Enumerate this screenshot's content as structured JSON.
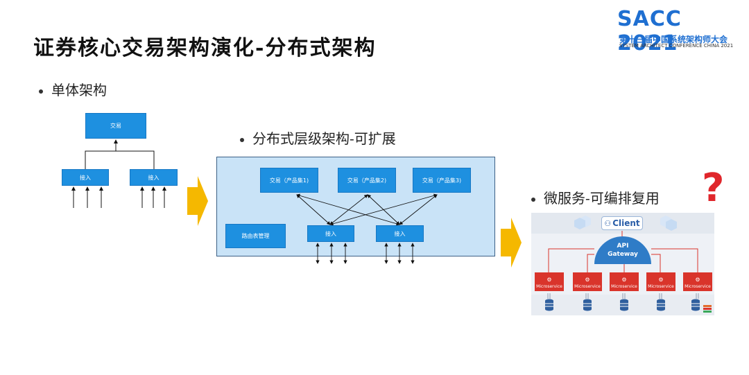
{
  "title": "证券核心交易架构演化-分布式架构",
  "logo": {
    "main": "SACC 2021",
    "cn": "第十三届中国系统架构师大会",
    "en": "SYSTEM ARCHITECT CONFERENCE CHINA 2021"
  },
  "bullets": {
    "monolith": "单体架构",
    "distributed": "分布式层级架构-可扩展",
    "microservice": "微服务-可编排复用"
  },
  "monolith_diagram": {
    "trade": "交易",
    "access_left": "接入",
    "access_right": "接入"
  },
  "distributed_diagram": {
    "trade_1": "交易（产品集1)",
    "trade_2": "交易（产品集2)",
    "trade_3": "交易（产品集3)",
    "router": "路由表管理",
    "access_left": "接入",
    "access_right": "接入"
  },
  "microservice_diagram": {
    "client": "Client",
    "gateway_line1": "API",
    "gateway_line2": "Gateway",
    "services": [
      "Microservice",
      "Microservice",
      "Microservice",
      "Microservice",
      "Microservice"
    ]
  },
  "question_mark": "?",
  "colors": {
    "box_blue": "#1e90e0",
    "panel_blue": "#c9e3f7",
    "arrow_yellow": "#f5b800",
    "service_red": "#d9342b",
    "gateway_blue": "#2f7cc7",
    "brand_blue": "#1f6fd1"
  }
}
